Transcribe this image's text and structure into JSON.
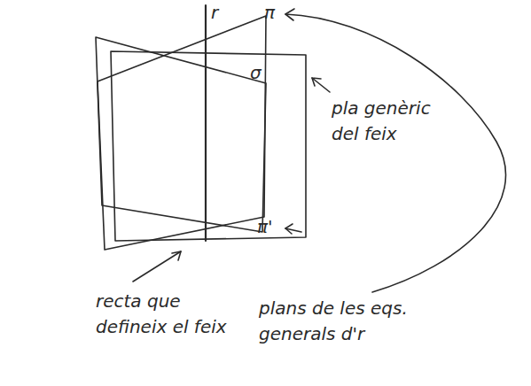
{
  "diagram": {
    "labels": [
      "r",
      "π",
      "σ",
      "π'",
      "pla genèric del feix",
      "recta que defineix el feix",
      "plans de les eqs. generals d'r"
    ]
  }
}
